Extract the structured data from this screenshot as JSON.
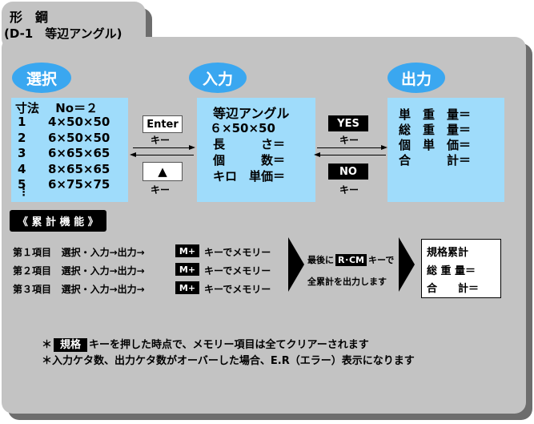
{
  "header": {
    "title": "形　鋼",
    "subtitle": "(D-1　等辺アングル)"
  },
  "steps": {
    "select": "選択",
    "input": "入力",
    "output": "出力"
  },
  "select_box": {
    "header": "寸法　 No＝２",
    "rows": [
      {
        "no": "1",
        "size": "4×50×50"
      },
      {
        "no": "2",
        "size": "6×50×50"
      },
      {
        "no": "3",
        "size": "6×65×65"
      },
      {
        "no": "4",
        "size": "8×65×65"
      },
      {
        "no": "5",
        "size": "6×75×75"
      }
    ],
    "more": "⋮"
  },
  "input_box": {
    "line1": "等辺アングル",
    "line2": "６×50×50",
    "line3": "長　　　さ＝",
    "line4": "個　　　数＝",
    "line5": "キロ　単価＝"
  },
  "output_box": {
    "line1": "単　重　量＝",
    "line2": "総　重　量＝",
    "line3": "個　単　価＝",
    "line4": "合　　　計＝"
  },
  "keys": {
    "enter": "Enter",
    "up": "▲",
    "key": "キー",
    "yes": "YES",
    "no": "NO",
    "m_plus": "M+",
    "rcm": "R･CM",
    "kikaku": "規格"
  },
  "cumulative": {
    "title": "《 累 計 機 能 》",
    "items": [
      {
        "label": "第１項目",
        "flow": "選択・入力→出力→",
        "suffix": "キーでメモリー"
      },
      {
        "label": "第２項目",
        "flow": "選択・入力→出力→",
        "suffix": "キーでメモリー"
      },
      {
        "label": "第３項目",
        "flow": "選択・入力→出力→",
        "suffix": "キーでメモリー"
      }
    ],
    "last_prefix": "最後に",
    "last_suffix": "キーで",
    "last_line2": "全累計を出力します",
    "result_title": "規格累計",
    "result_line1": "総 重 量＝",
    "result_line2": "合　　計＝"
  },
  "notes": {
    "note1_prefix": "＊",
    "note1_suffix": "キーを押した時点で、メモリー項目は全てクリアーされます",
    "note2": "＊入力ケタ数、出力ケタ数がオーバーした場合、E.R（エラー）表示になります"
  }
}
